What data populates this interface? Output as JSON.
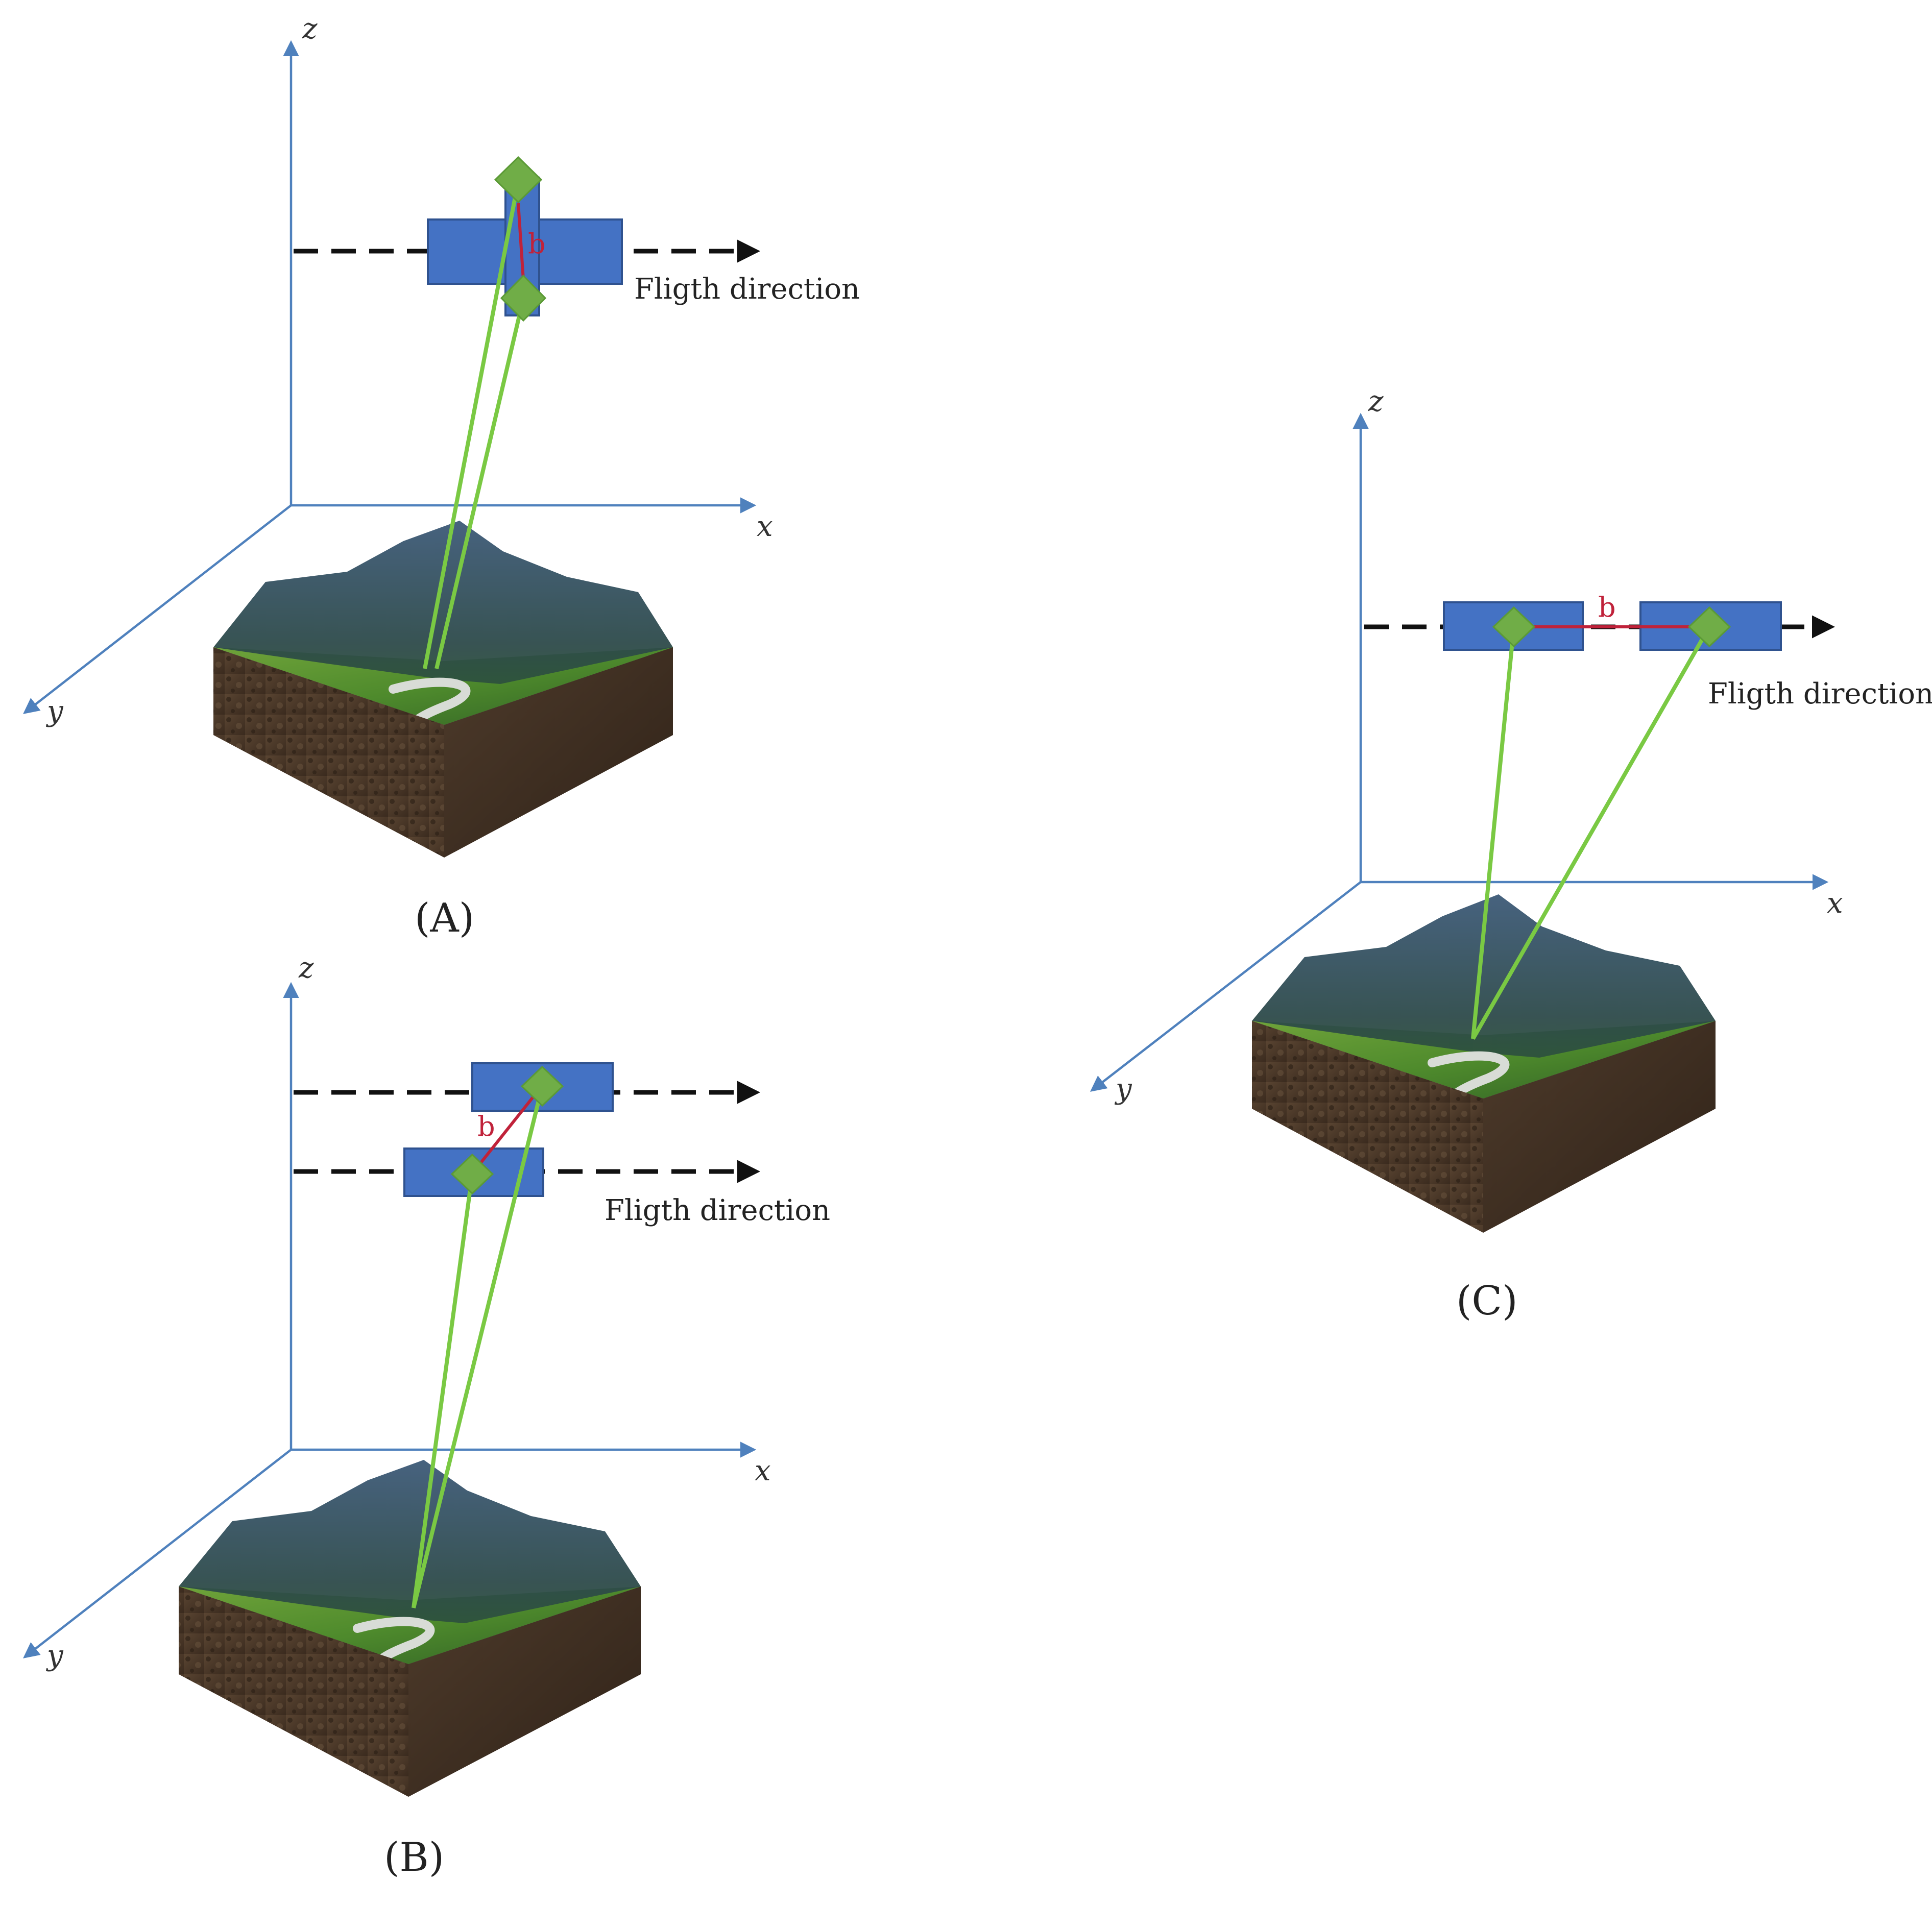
{
  "colors": {
    "axis": "#4f81bd",
    "antenna": "#4472c4",
    "beam": "#7ac943",
    "sensor": "#70ad47",
    "baseline": "#c0223a",
    "flight_arrow": "#111111",
    "terrain_soil": "#4a3828",
    "terrain_grass": "#5d8f2a",
    "terrain_mountain": "#2f4d5a",
    "river": "#d8dcd6"
  },
  "panels": [
    {
      "id": "A",
      "label": "(A)",
      "axis_labels": {
        "x": "x",
        "y": "y",
        "z": "z"
      },
      "baseline_label": "b",
      "flight_direction_label": "Fligth direction"
    },
    {
      "id": "B",
      "label": "(B)",
      "axis_labels": {
        "x": "x",
        "y": "y",
        "z": "z"
      },
      "baseline_label": "b",
      "flight_direction_label": "Fligth direction"
    },
    {
      "id": "C",
      "label": "(C)",
      "axis_labels": {
        "x": "x",
        "y": "y",
        "z": "z"
      },
      "baseline_label": "b",
      "flight_direction_label": "Fligth direction"
    }
  ]
}
